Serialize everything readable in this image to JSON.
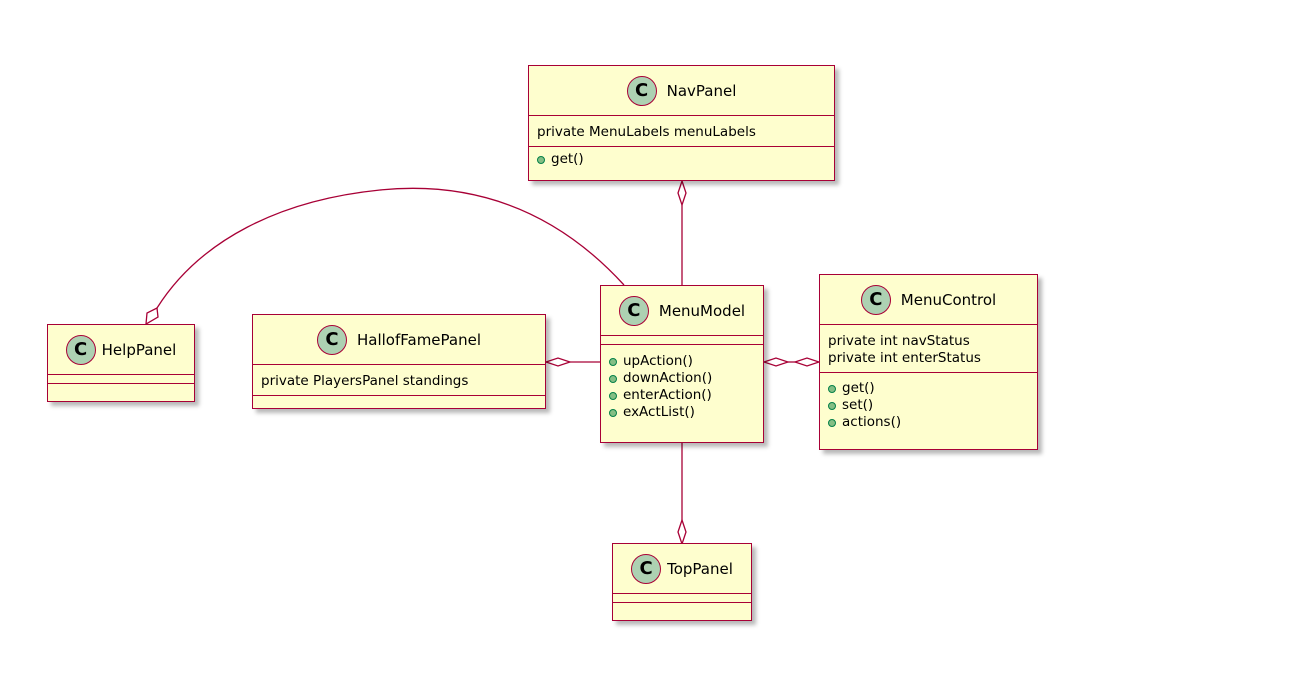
{
  "classes": {
    "navpanel": {
      "stereotype": "C",
      "name": "NavPanel",
      "attributes": [
        "private MenuLabels menuLabels"
      ],
      "operations": [
        "get()"
      ]
    },
    "menumodel": {
      "stereotype": "C",
      "name": "MenuModel",
      "attributes": [],
      "operations": [
        "upAction()",
        "downAction()",
        "enterAction()",
        "exActList()"
      ]
    },
    "menucontrol": {
      "stereotype": "C",
      "name": "MenuControl",
      "attributes": [
        "private int navStatus",
        "private int enterStatus"
      ],
      "operations": [
        "get()",
        "set()",
        "actions()"
      ]
    },
    "halloffamepanel": {
      "stereotype": "C",
      "name": "HallofFamePanel",
      "attributes": [
        "private PlayersPanel standings"
      ],
      "operations": []
    },
    "helppanel": {
      "stereotype": "C",
      "name": "HelpPanel",
      "attributes": [],
      "operations": []
    },
    "toppanel": {
      "stereotype": "C",
      "name": "TopPanel",
      "attributes": [],
      "operations": []
    }
  },
  "relations": [
    {
      "from": "menumodel",
      "to": "navpanel",
      "type": "aggregation",
      "diamond_at": "navpanel"
    },
    {
      "from": "menumodel",
      "to": "halloffamepanel",
      "type": "aggregation",
      "diamond_at": "halloffamepanel"
    },
    {
      "from": "menumodel",
      "to": "menucontrol",
      "type": "aggregation",
      "diamond_at": "both"
    },
    {
      "from": "menumodel",
      "to": "toppanel",
      "type": "aggregation",
      "diamond_at": "toppanel"
    },
    {
      "from": "menumodel",
      "to": "helppanel",
      "type": "aggregation",
      "diamond_at": "helppanel"
    }
  ],
  "colors": {
    "class_fill": "#fefece",
    "class_border": "#a80036",
    "stereotype_circle": "#add1b2",
    "method_dot": "#84be84",
    "edge": "#a80036"
  }
}
